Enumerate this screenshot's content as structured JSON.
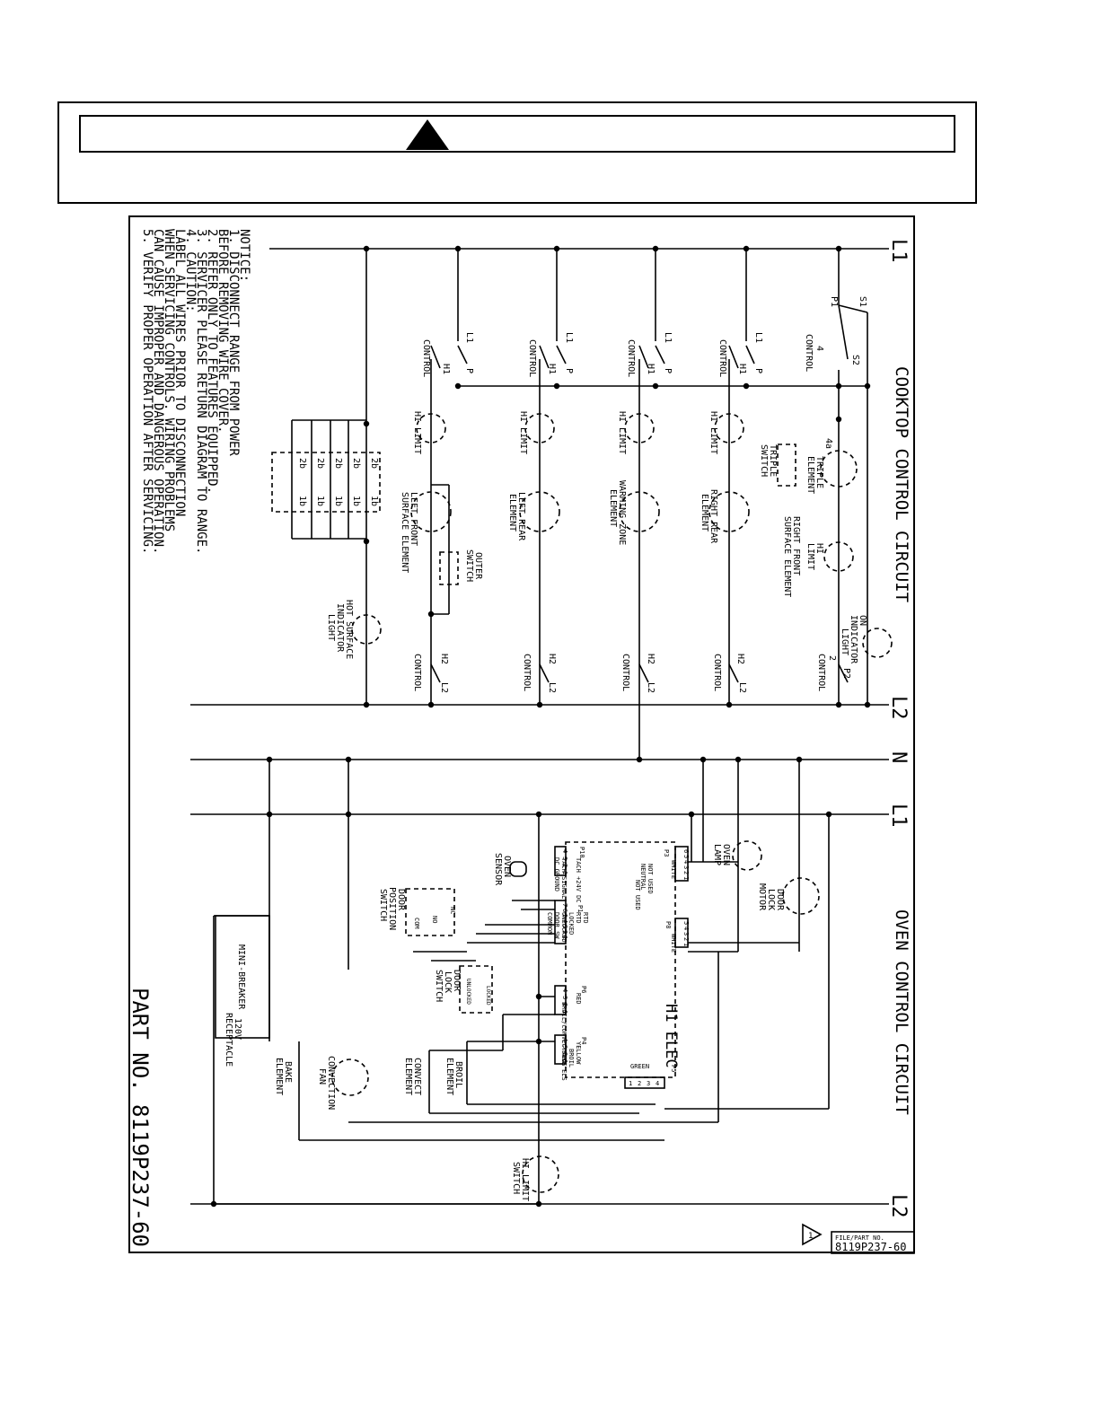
{
  "notice": {
    "heading": "NOTICE:",
    "items": [
      "1. DISCONNECT RANGE FROM POWER",
      "   BEFORE REMOVING WIRE COVER.",
      "2. REFER ONLY TO FEATURES EQUIPPED.",
      "3. SERVICER PLEASE RETURN DIAGRAM TO RANGE.",
      "4. CAUTION:",
      "   LABEL ALL WIRES PRIOR TO DISCONNECTION",
      "   WHEN SERVICING CONTROLS. WIRING PROBLEMS",
      "   CAN CAUSE IMPROPER AND DANGEROUS OPERATION.",
      "5. VERIFY PROPER OPERATION AFTER SERVICING."
    ]
  },
  "sections": {
    "cooktop": "COOKTOP CONTROL CIRCUIT",
    "oven": "OVEN CONTROL CIRCUIT"
  },
  "lines": {
    "l1": "L1",
    "l2": "L2",
    "n": "N",
    "l1b": "L1",
    "l2b": "L2"
  },
  "cooktop": {
    "s1": "S1",
    "s2": "S2",
    "p1": "P1",
    "p2": "P2",
    "four": "4",
    "four_a": "4a",
    "two": "2",
    "control": "CONTROL",
    "l1": "L1",
    "l2": "L2",
    "h1": "H1",
    "h2": "H2",
    "p": "P",
    "hi_limit": "HI LIMIT",
    "hi": "HI",
    "limit": "LIMIT",
    "triple_switch_1": "TRIPLE",
    "triple_switch_2": "SWITCH",
    "triple_element_1": "TRIPLE",
    "triple_element_2": "ELEMENT",
    "rf_element_1": "RIGHT FRONT",
    "rf_element_2": "SURFACE ELEMENT",
    "on_light_1": "ON",
    "on_light_2": "INDICATOR",
    "on_light_3": "LIGHT",
    "rr_element_1": "RIGHT REAR",
    "rr_element_2": "ELEMENT",
    "wz_element_1": "WARMING ZONE",
    "wz_element_2": "ELEMENT",
    "lr_element_1": "LEFT REAR",
    "lr_element_2": "ELEMENT",
    "lf_element_1": "LEFT FRONT",
    "lf_element_2": "SURFACE ELEMENT",
    "outer_switch_1": "OUTER",
    "outer_switch_2": "SWITCH",
    "hot_light_1": "HOT SURFACE",
    "hot_light_2": "INDICATOR",
    "hot_light_3": "LIGHT",
    "t2b": "2b",
    "t1b": "1b"
  },
  "oven": {
    "h1_elec": "H1 ELEC",
    "oven_lamp_1": "OVEN",
    "oven_lamp_2": "LAMP",
    "door_lock_motor_1": "DOOR",
    "door_lock_motor_2": "LOCK",
    "door_lock_motor_3": "MOTOR",
    "oven_sensor_1": "OVEN",
    "oven_sensor_2": "SENSOR",
    "door_pos_1": "DOOR",
    "door_pos_2": "POSITION",
    "door_pos_3": "SWITCH",
    "door_lock_sw_1": "DOOR",
    "door_lock_sw_2": "LOCK",
    "door_lock_sw_3": "SWITCH",
    "convect_el_1": "CONVECT",
    "convect_el_2": "ELEMENT",
    "broil_el_1": "BROIL",
    "broil_el_2": "ELEMENT",
    "conv_fan_1": "CONVECTION",
    "conv_fan_2": "FAN",
    "bake_el_1": "BAKE",
    "bake_el_2": "ELEMENT",
    "hi_limit_sw_1": "HI LIMIT",
    "hi_limit_sw_2": "SWITCH",
    "mini_breaker": "MINI-BREAKER",
    "rec_1": "120V",
    "rec_2": "RECEPTACLE",
    "p10": "P10",
    "p3": "P3",
    "p1": "P1",
    "p8": "P8",
    "p5": "P5",
    "p4": "P4",
    "p6": "P6",
    "white": "WHITE",
    "yellow": "YELLOW",
    "green": "GREEN",
    "red": "RED",
    "tach24": "TACH +24V DC",
    "tachsig": "TACH SIGNAL",
    "dcgnd": "DC GROUND",
    "not_used": "NOT USED",
    "neutral": "NEUTRAL",
    "rtd": "RTD",
    "locked": "LOCKED",
    "unlocked": "UNLOCKED",
    "door_sw": "DOOR SW",
    "common": "COMMON",
    "broil_conv": "BROIL/CONVECT ELS",
    "broil": "BROIL",
    "bake_els": "BAKE ELS",
    "no": "NO",
    "nc": "NC",
    "com": "COM",
    "locked_s": "LOCKED",
    "unlocked_s": "UNLOCKED",
    "pins4": [
      "4",
      "3",
      "2",
      "1"
    ],
    "pins6": [
      "6",
      "5",
      "4",
      "3",
      "2",
      "1"
    ],
    "pins7": [
      "7",
      "6",
      "5",
      "4",
      "3",
      "2",
      "1"
    ],
    "pins5": [
      "5",
      "4",
      "3",
      "2",
      "1"
    ],
    "pins_p5": [
      "1",
      "2",
      "3",
      "4"
    ],
    "tri": "1"
  },
  "title_block": {
    "file_label": "FILE/PART NO.",
    "file_no": "8119P237-60"
  },
  "part_no": "PART NO. 8119P237-60"
}
